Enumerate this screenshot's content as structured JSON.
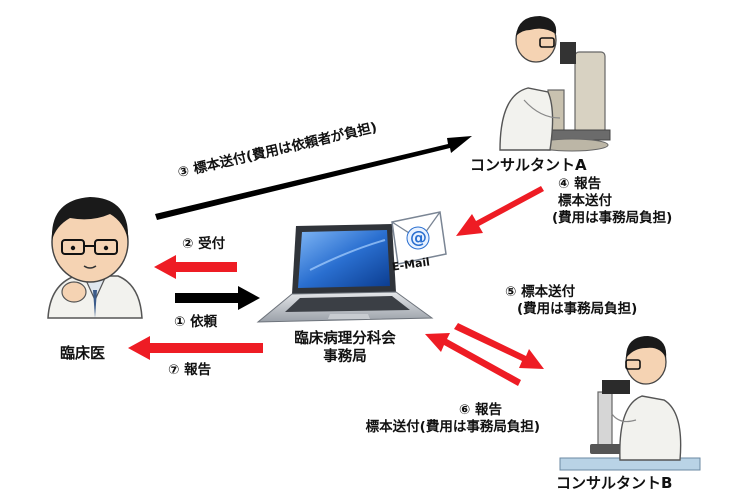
{
  "nodes": {
    "doctor": "臨床医",
    "office_line1": "臨床病理分科会",
    "office_line2": "事務局",
    "consultant_a": "コンサルタントA",
    "consultant_b": "コンサルタントB",
    "email_label": "E-Mail",
    "email_at": "@"
  },
  "steps": {
    "s1": "① 依頼",
    "s2": "② 受付",
    "s3": "③ 標本送付(費用は依頼者が負担)",
    "s4_line1": "④ 報告",
    "s4_line2": "標本送付",
    "s4_line3": "(費用は事務局負担)",
    "s5_line1": "⑤ 標本送付",
    "s5_line2": "(費用は事務局負担)",
    "s6_line1": "⑥ 報告",
    "s6_line2": "標本送付(費用は事務局負担)",
    "s7": "⑦ 報告"
  },
  "colors": {
    "red_arrow": "#ee1c24",
    "black_arrow": "#000000",
    "coat": "#f2f2ee",
    "skin": "#f5d3b3",
    "laptop_screen": "#2a6fd0"
  }
}
